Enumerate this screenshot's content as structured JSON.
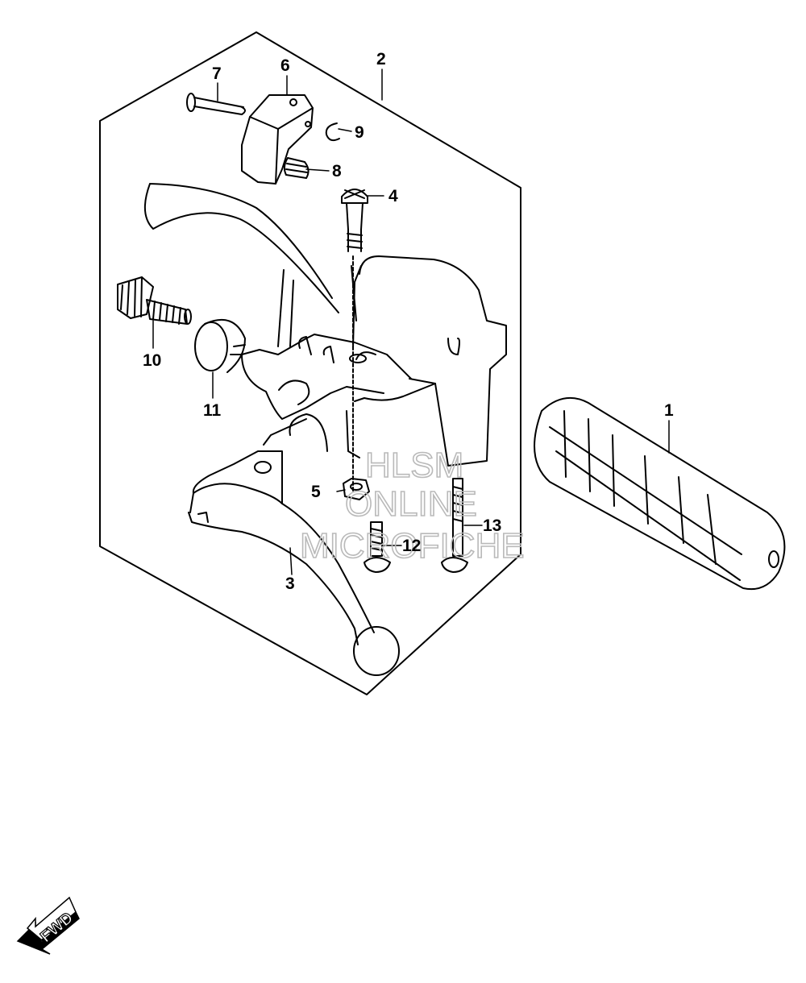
{
  "callouts": {
    "c1": "1",
    "c2": "2",
    "c3": "3",
    "c4": "4",
    "c5": "5",
    "c6": "6",
    "c7": "7",
    "c8": "8",
    "c9": "9",
    "c10": "10",
    "c11": "11",
    "c12": "12",
    "c13": "13"
  },
  "watermark": {
    "line1": "HLSM",
    "line2": "ONLINE",
    "line3": "MICROFICHE"
  },
  "direction": {
    "label": "FWD"
  },
  "colors": {
    "line": "#000000",
    "background": "#ffffff",
    "watermark": "#b9b9b9"
  },
  "icons": {
    "direction_arrow": "fwd-arrow-icon"
  }
}
